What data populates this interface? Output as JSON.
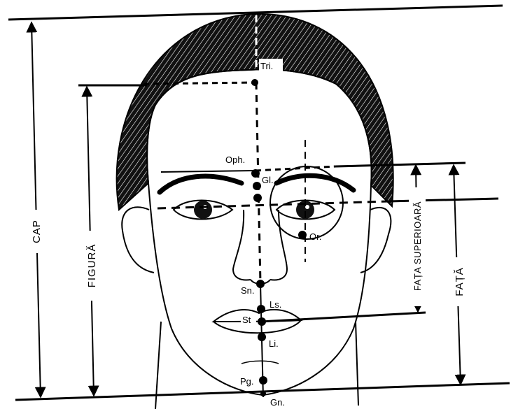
{
  "diagram": {
    "landmarks": {
      "tri": "Tri.",
      "oph": "Oph.",
      "gl": "Gl.",
      "or": "Or.",
      "sn": "Sn.",
      "ls": "Ls.",
      "st": "St",
      "li": "Li.",
      "pg": "Pg.",
      "gn": "Gn."
    },
    "dimensions": {
      "cap": "CAP",
      "figura": "FIGURĂ",
      "fata_superioara": "FAȚA SUPERIOARĂ",
      "fata": "FAȚĂ"
    },
    "colors": {
      "ink": "#000000",
      "paper": "#ffffff"
    }
  }
}
